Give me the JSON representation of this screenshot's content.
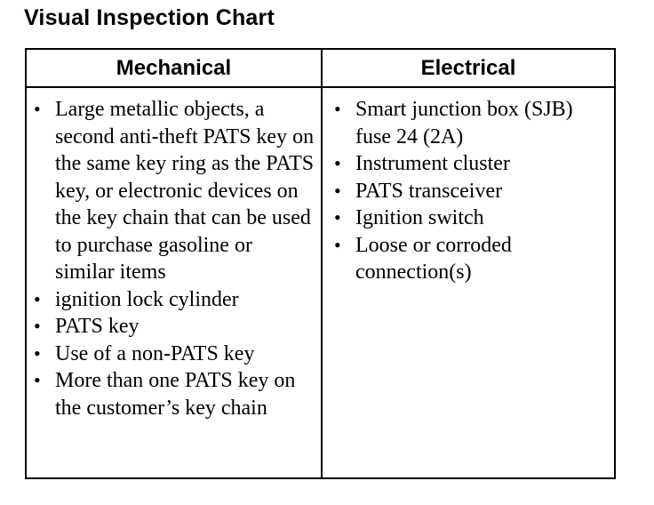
{
  "title": "Visual Inspection Chart",
  "columns": [
    {
      "header": "Mechanical",
      "items": [
        "Large metallic objects, a second anti-theft PATS key on the same key ring as the PATS key, or electronic devices on the key chain that can be used to purchase gasoline or similar items",
        "ignition lock cylinder",
        "PATS key",
        "Use of a non-PATS key",
        "More than one PATS key on the customer’s key chain"
      ]
    },
    {
      "header": "Electrical",
      "items": [
        "Smart junction box (SJB) fuse 24 (2A)",
        "Instrument cluster",
        "PATS transceiver",
        "Ignition switch",
        "Loose or corroded connection(s)"
      ]
    }
  ],
  "bullet": "•"
}
